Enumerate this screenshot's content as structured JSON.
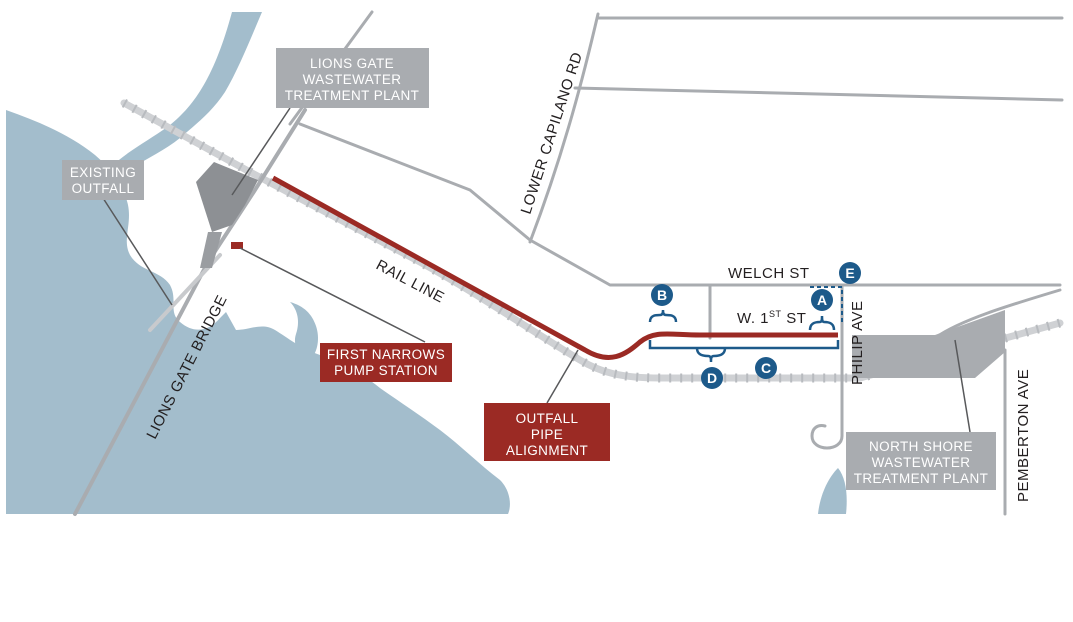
{
  "colors": {
    "water": "#a3bdcc",
    "road": "#a9acb0",
    "rail": "#cfd1d4",
    "pipe": "#9b2a24",
    "marker": "#1d5a8a",
    "label_box_gray": "#a9acb0",
    "label_box_red": "#9b2a24"
  },
  "roads": {
    "lower_capilano": "LOWER CAPILANO RD",
    "welch": "WELCH ST",
    "w1st": "W. 1",
    "w1st_sup": "ST",
    "w1st_suffix": " ST",
    "philip": "PHILIP AVE",
    "pemberton": "PEMBERTON AVE",
    "bridge": "LIONS GATE BRIDGE",
    "rail": "RAIL LINE"
  },
  "callouts": {
    "lions_gate_plant": [
      "LIONS GATE",
      "WASTEWATER",
      "TREATMENT PLANT"
    ],
    "existing_outfall": [
      "EXISTING",
      "OUTFALL"
    ],
    "first_narrows": [
      "FIRST NARROWS",
      "PUMP STATION"
    ],
    "outfall_pipe": [
      "OUTFALL",
      "PIPE",
      "ALIGNMENT"
    ],
    "north_shore_plant": [
      "NORTH SHORE",
      "WASTEWATER",
      "TREATMENT PLANT"
    ]
  },
  "markers": {
    "a": "A",
    "b": "B",
    "c": "C",
    "d": "D",
    "e": "E"
  }
}
